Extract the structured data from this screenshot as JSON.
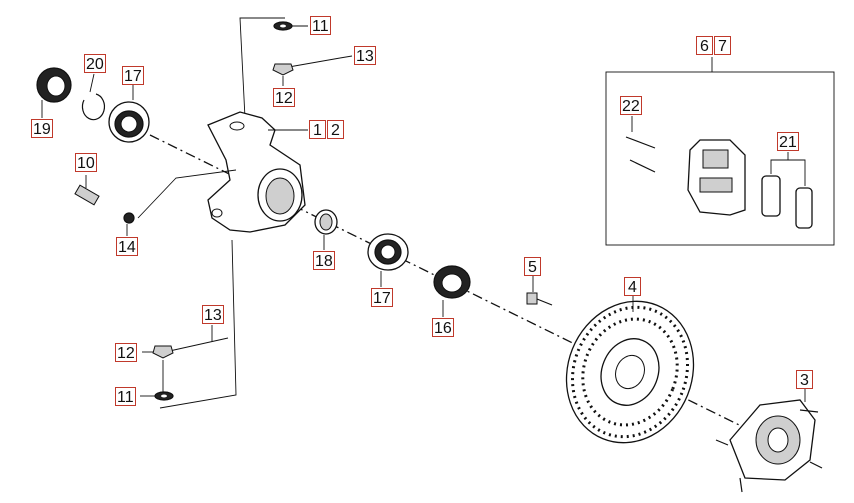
{
  "callouts": {
    "c11_top": "11",
    "c13_top": "13",
    "c12_top": "12",
    "c20": "20",
    "c17_left": "17",
    "c19": "19",
    "c1": "1",
    "c2": "2",
    "c10": "10",
    "c14": "14",
    "c18": "18",
    "c17_mid": "17",
    "c16": "16",
    "c5": "5",
    "c4": "4",
    "c3": "3",
    "c6": "6",
    "c7": "7",
    "c22": "22",
    "c21": "21",
    "c13_bot": "13",
    "c12_bot": "12",
    "c11_bot": "11"
  }
}
